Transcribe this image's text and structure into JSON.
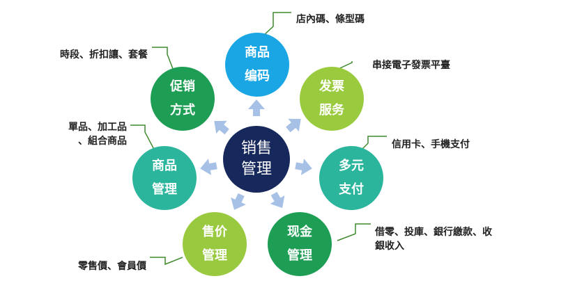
{
  "center": {
    "line1": "销售",
    "line2": "管理",
    "color": "#17295C"
  },
  "nodes": [
    {
      "id": "product-coding",
      "line1": "商品",
      "line2": "编码",
      "color": "#1AA6E4"
    },
    {
      "id": "invoice-service",
      "line1": "发票",
      "line2": "服务",
      "color": "#9ACB3E"
    },
    {
      "id": "multi-payment",
      "line1": "多元",
      "line2": "支付",
      "color": "#2BB59C"
    },
    {
      "id": "cash-management",
      "line1": "现金",
      "line2": "管理",
      "color": "#1E9E55"
    },
    {
      "id": "pricing",
      "line1": "售价",
      "line2": "管理",
      "color": "#99C93E"
    },
    {
      "id": "product-management",
      "line1": "商品",
      "line2": "管理",
      "color": "#2BB59C"
    },
    {
      "id": "promotion-method",
      "line1": "促销",
      "line2": "方式",
      "color": "#1E9E55"
    }
  ],
  "notes": {
    "product_coding": "店內碼、條型碼",
    "invoice_service": "串接電子發票平臺",
    "multi_payment": "信用卡、手機支付",
    "cash_line1": "借零、投庫、銀行繳款、收",
    "cash_line2": "銀收入",
    "pricing": "零售價、會員價",
    "product_line1": "單品、加工品",
    "product_line2": "、組合商品",
    "promotion": "時段、折扣讓、套餐"
  },
  "colors": {
    "arrow": "#A7C1E6",
    "callout_line": "#3F8A2E"
  }
}
